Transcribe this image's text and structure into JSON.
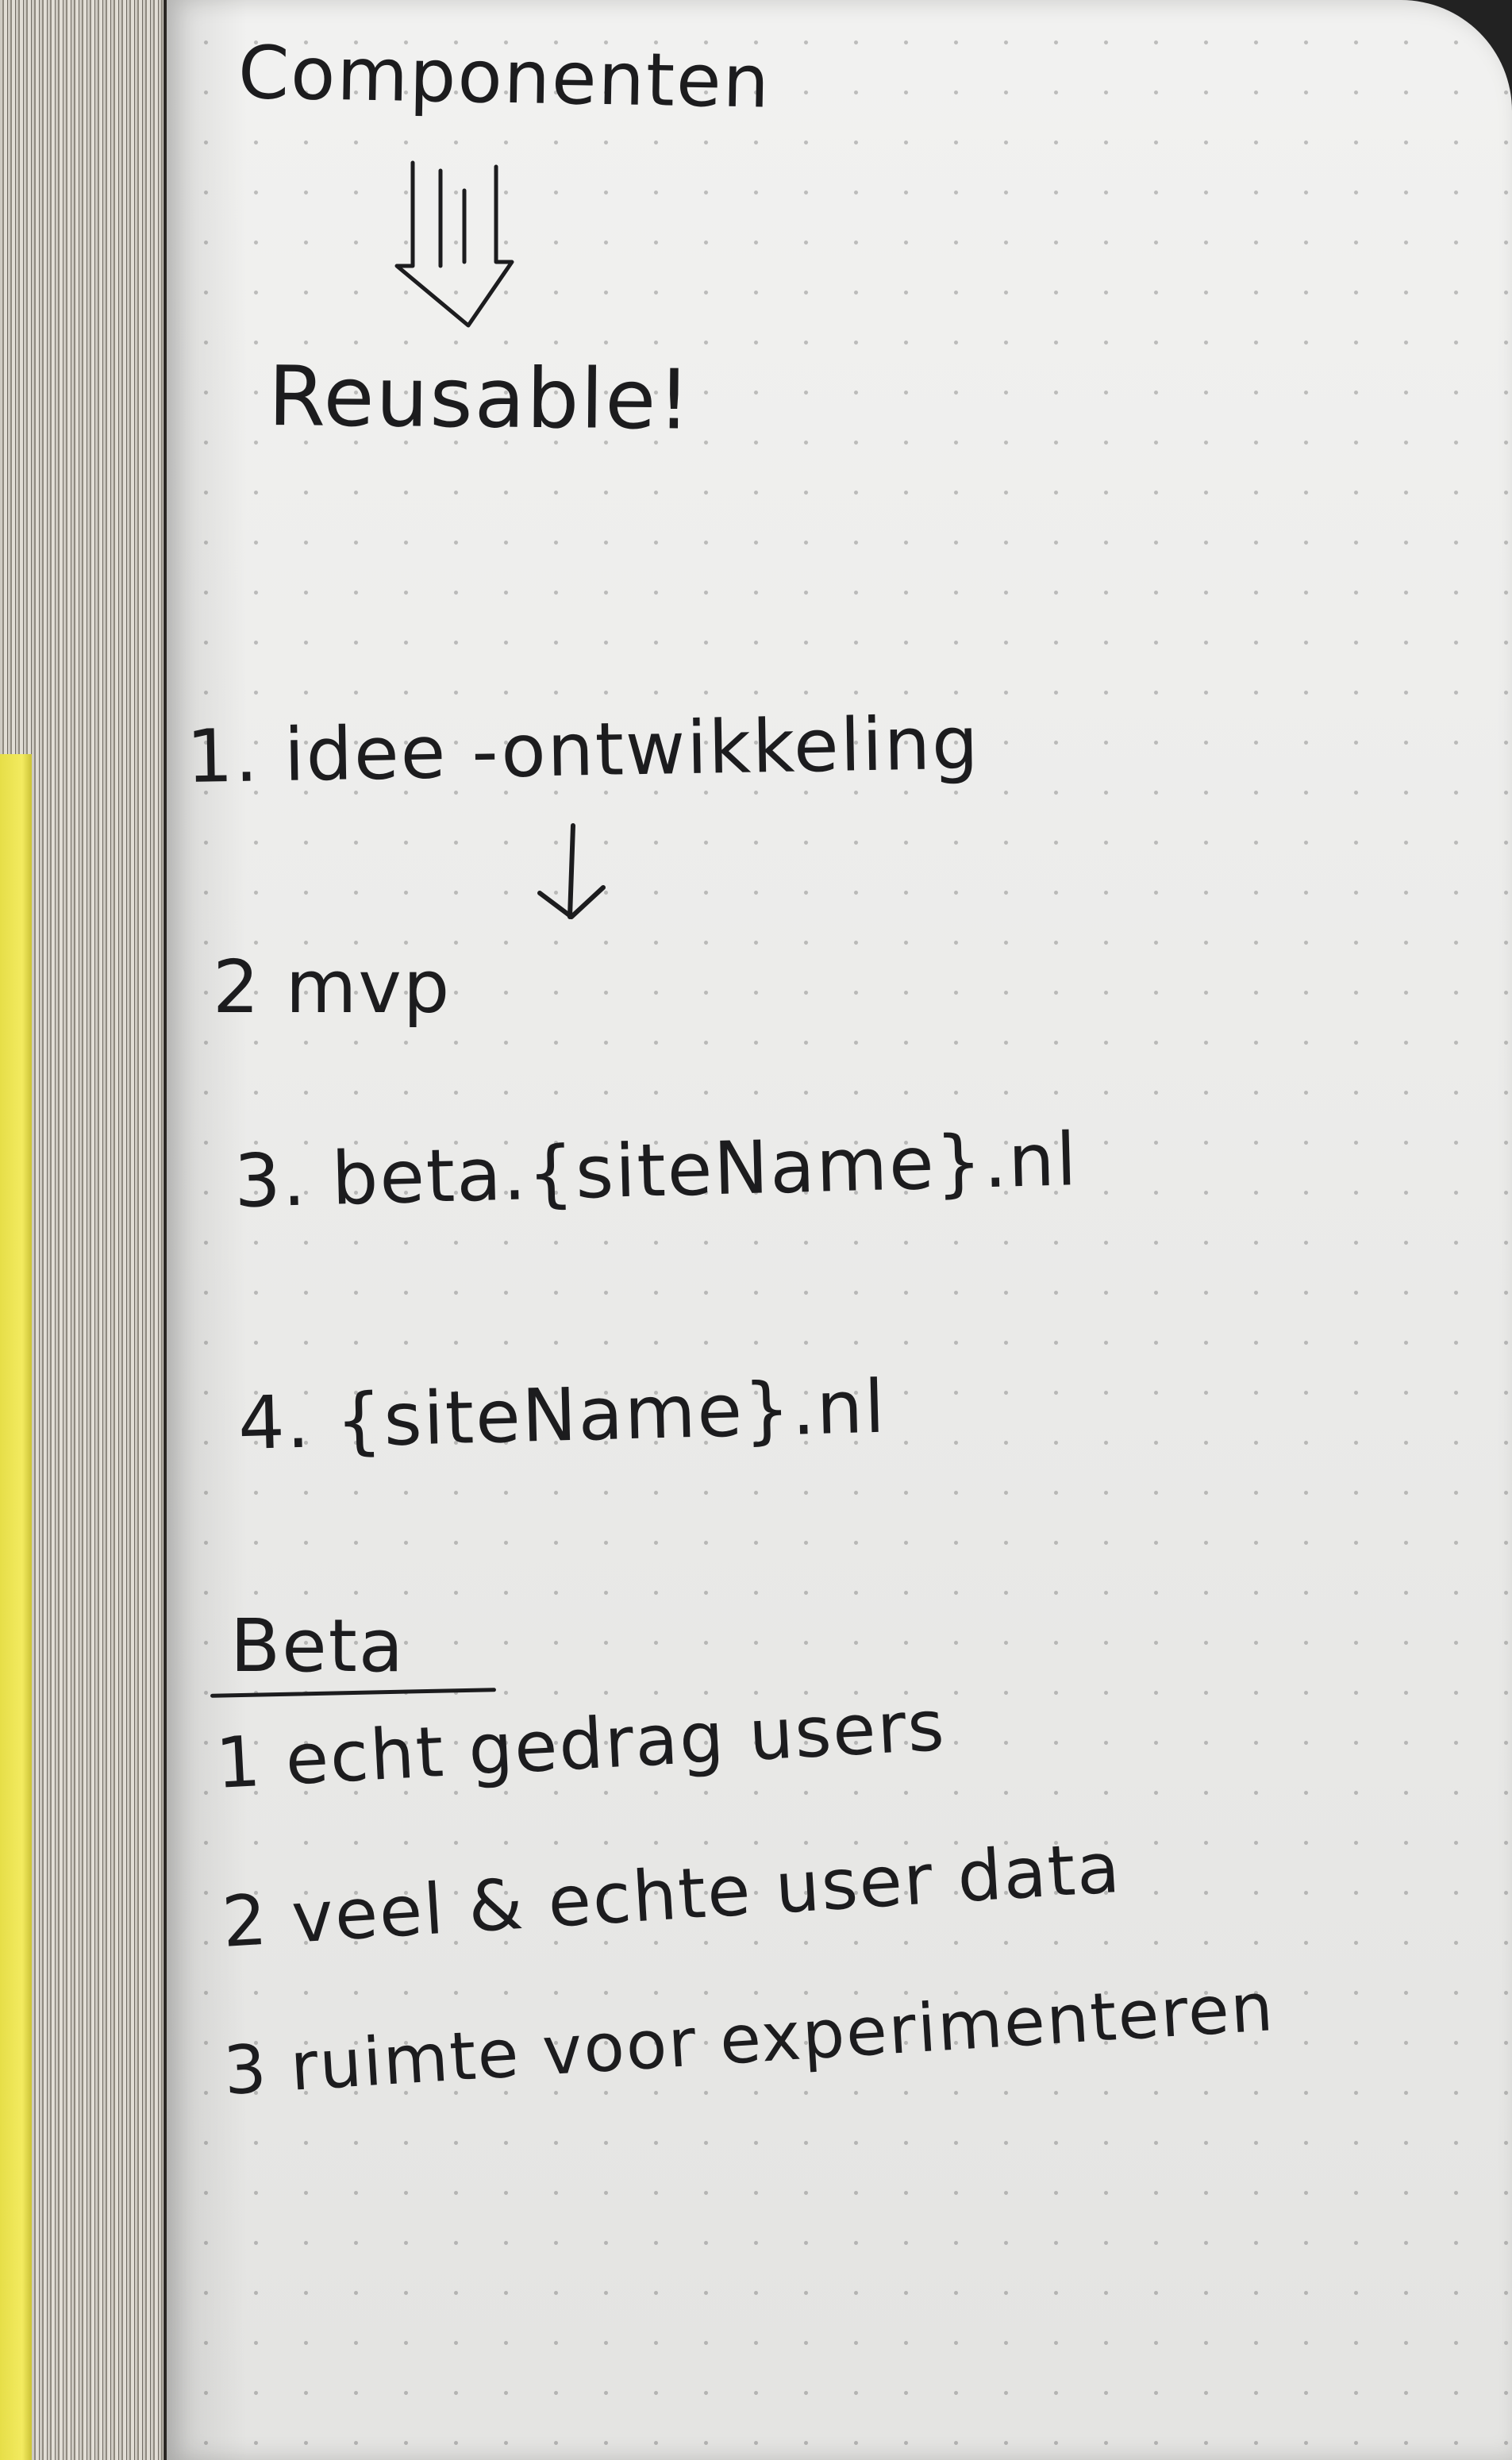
{
  "notebook": {
    "heading": "Componenten",
    "subheading": "Reusable!",
    "steps": [
      "1. idee -ontwikkeling",
      "2  mvp",
      "3. beta.{siteName}.nl",
      "4. {siteName}.nl"
    ],
    "beta_section": {
      "title": "Beta",
      "points": [
        "1 echt gedrag users",
        "2 veel & echte user data",
        "3 ruimte voor experimenteren"
      ]
    }
  }
}
